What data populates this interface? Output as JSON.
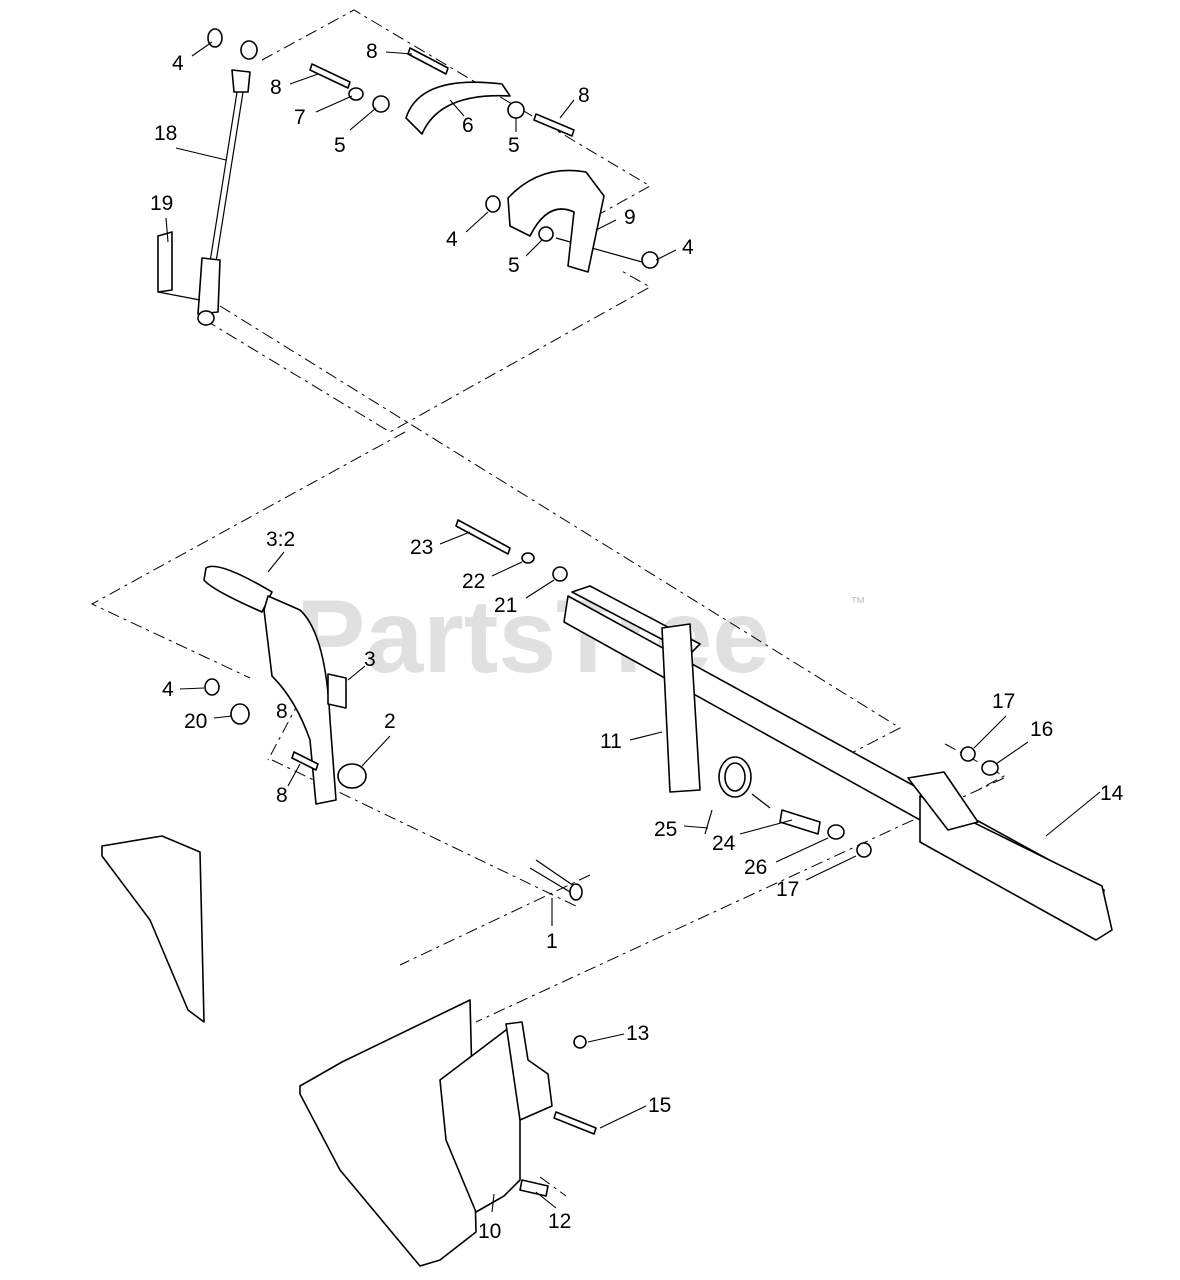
{
  "watermark": {
    "text": "PartsTree",
    "trademark": "™"
  },
  "callouts": [
    "4",
    "8",
    "8",
    "8",
    "8",
    "7",
    "5",
    "6",
    "5",
    "18",
    "19",
    "9",
    "4",
    "5",
    "4",
    "23",
    "3:2",
    "22",
    "21",
    "3",
    "4",
    "20",
    "2",
    "11",
    "17",
    "16",
    "14",
    "8",
    "25",
    "24",
    "26",
    "17",
    "1",
    "13",
    "15",
    "12",
    "10"
  ]
}
